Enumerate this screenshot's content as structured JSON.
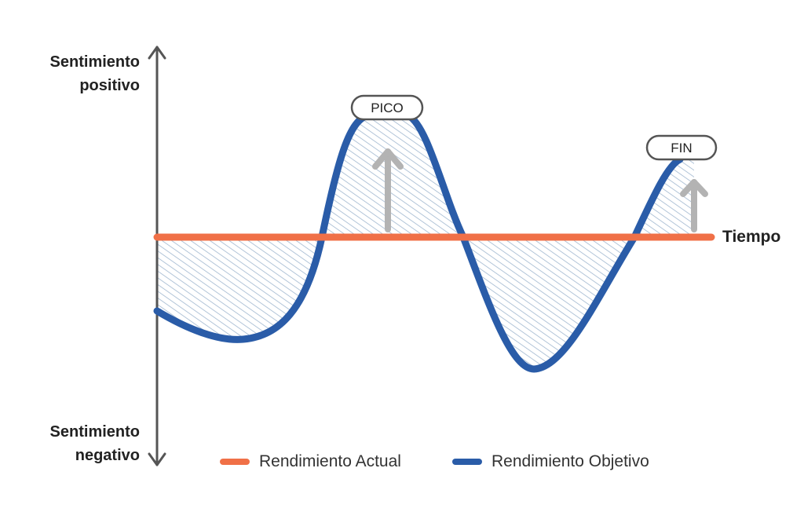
{
  "labels": {
    "positive_line1": "Sentimiento",
    "positive_line2": "positivo",
    "negative_line1": "Sentimiento",
    "negative_line2": "negativo",
    "time": "Tiempo",
    "peak": "PICO",
    "end": "FIN"
  },
  "legend": {
    "actual": "Rendimiento Actual",
    "target": "Rendimiento Objetivo"
  },
  "colors": {
    "actual": "#f07047",
    "target": "#2a5ca8",
    "axis": "#555555",
    "arrow": "#b3b3b3",
    "hatch": "#9fb6cf"
  },
  "icons": {
    "vertical_axis": "double-arrow-vertical",
    "peak_marker": "up-arrow-icon",
    "end_marker": "up-arrow-icon"
  }
}
